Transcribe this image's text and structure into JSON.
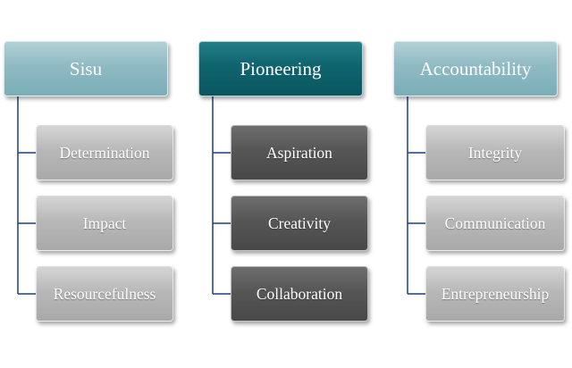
{
  "columns": [
    {
      "title": "Sisu",
      "style": "light",
      "items": [
        "Determination",
        "Impact",
        "Resourcefulness"
      ]
    },
    {
      "title": "Pioneering",
      "style": "dark",
      "items": [
        "Aspiration",
        "Creativity",
        "Collaboration"
      ]
    },
    {
      "title": "Accountability",
      "style": "light",
      "items": [
        "Integrity",
        "Communication",
        "Entrepreneurship"
      ]
    }
  ],
  "colors": {
    "connector": "#1f3f7a",
    "head_light": "#8fbac3",
    "head_dark": "#0f646e",
    "child_light": "#b8b8b8",
    "child_dark": "#565656"
  }
}
